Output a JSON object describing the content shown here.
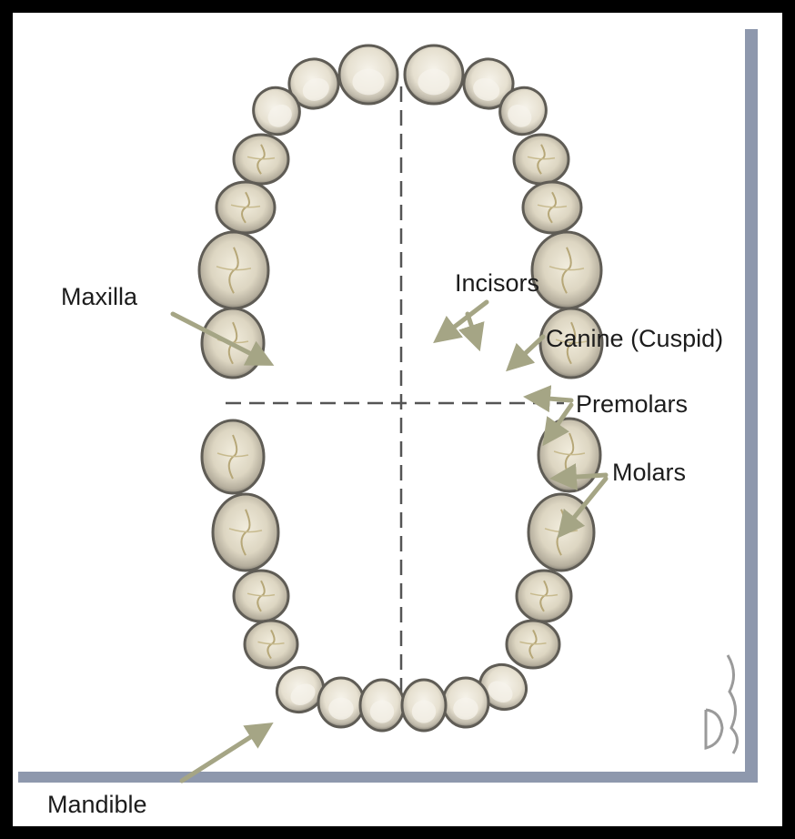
{
  "labels": {
    "maxilla": "Maxilla",
    "incisors": "Incisors",
    "canine": "Canine (Cuspid)",
    "premolars": "Premolars",
    "molars": "Molars",
    "mandible": "Mandible"
  },
  "colors": {
    "frame": "#000000",
    "background": "#ffffff",
    "border_shadow": "#8e98ad",
    "arrow": "#a5a585",
    "midline": "#555555",
    "tooth_fill": "#ebe6d8",
    "tooth_edge": "#6d6a62"
  }
}
